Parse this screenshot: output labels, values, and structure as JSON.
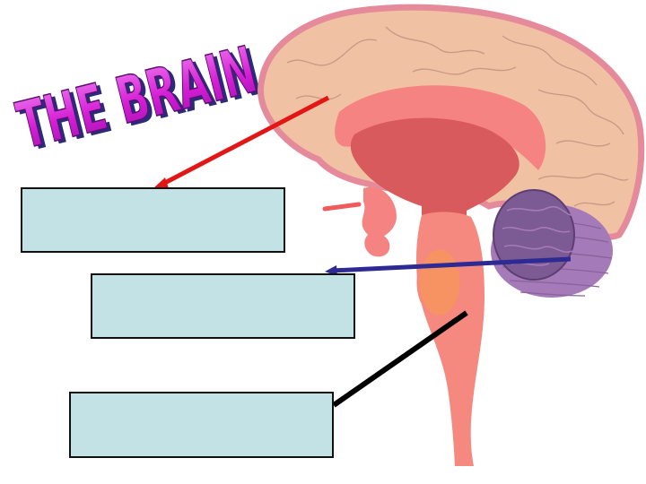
{
  "title": {
    "text": "THE BRAIN"
  },
  "colors": {
    "title_fill": "#d41fd4",
    "title_fill_light": "#f07cf0",
    "title_shadow": "#2b2b7a",
    "cerebrum": "#f1c1a3",
    "cerebrum_outline": "#e58a9a",
    "inner_structures": "#f58382",
    "inner_dark": "#d95a5d",
    "brainstem": "#f5887f",
    "pons": "#f79362",
    "cerebellum": "#a57ab8",
    "cerebellum_core": "#7c5a93",
    "label_box": "#c3e2e5",
    "pointer_red": "#e31616",
    "pointer_blue": "#2d2b93",
    "pointer_black": "#000000"
  },
  "label_boxes": [
    {
      "id": "box-1",
      "text": ""
    },
    {
      "id": "box-2",
      "text": ""
    },
    {
      "id": "box-3",
      "text": ""
    }
  ]
}
